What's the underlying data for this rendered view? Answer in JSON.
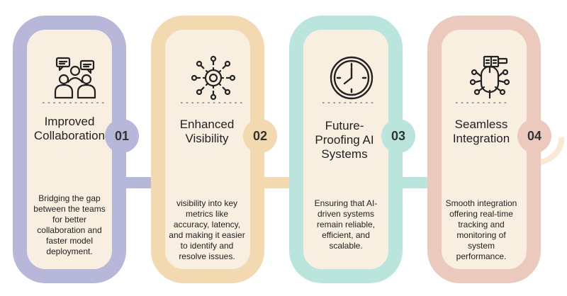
{
  "steps": [
    {
      "number": "01",
      "dashes": "------------",
      "title": "Improved\nCollaboration",
      "body": "Bridging the gap between the teams for better collaboration and faster model deployment.",
      "icon": "people-discussion-icon",
      "colors": {
        "border": "#b7b7d9",
        "badge": "#b7b7d9"
      }
    },
    {
      "number": "02",
      "dashes": "------------",
      "title": "Enhanced\nVisibility",
      "body": "visibility into key metrics like accuracy, latency, and making it easier to identify and resolve issues.",
      "icon": "gear-network-icon",
      "colors": {
        "border": "#f3d9af",
        "badge": "#f3d9af"
      }
    },
    {
      "number": "03",
      "dashes": "----------",
      "title": "Future-\nProofing AI\nSystems",
      "body": "Ensuring that AI-driven systems remain reliable, efficient, and scalable.",
      "icon": "clock-icon",
      "colors": {
        "border": "#b9e5dc",
        "badge": "#b9e5dc"
      }
    },
    {
      "number": "04",
      "dashes": "----------",
      "title": "Seamless\nIntegration",
      "body": "Smooth integration offering real-time tracking and monitoring of system performance.",
      "icon": "integration-hub-icon",
      "colors": {
        "border": "#ebc9bd",
        "badge": "#ebc9bd"
      }
    }
  ]
}
